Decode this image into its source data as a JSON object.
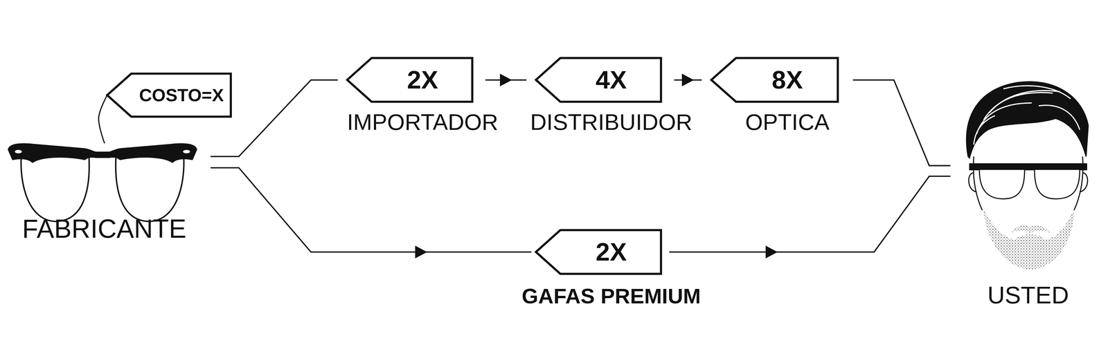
{
  "diagram": {
    "nodes": [
      {
        "text": [
          "FABRICANTE"
        ]
      },
      {
        "text": [
          "COSTO=X"
        ]
      },
      {
        "text": [
          "2X",
          "IMPORTADOR"
        ]
      },
      {
        "text": [
          "4X",
          "DISTRIBUIDOR"
        ]
      },
      {
        "text": [
          "8X",
          "OPTICA"
        ]
      },
      {
        "text": [
          "2X",
          "GAFAS PREMIUM"
        ]
      },
      {
        "text": [
          "USTED"
        ]
      }
    ],
    "edges": [
      {
        "from": 1,
        "to": 0,
        "arrow": "none"
      },
      {
        "from": 0,
        "to": 2,
        "arrow": "none"
      },
      {
        "from": 2,
        "to": 3,
        "arrow": "to"
      },
      {
        "from": 3,
        "to": 4,
        "arrow": "to"
      },
      {
        "from": 4,
        "to": 6,
        "arrow": "none"
      },
      {
        "from": 0,
        "to": 5,
        "arrow": "to"
      },
      {
        "from": 5,
        "to": 6,
        "arrow": "to"
      }
    ]
  }
}
